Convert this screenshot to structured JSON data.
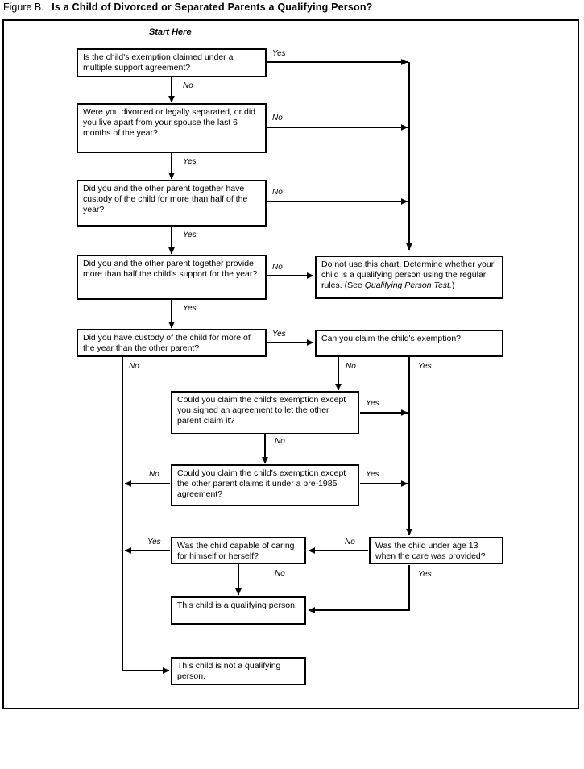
{
  "title": {
    "figure_label": "Figure B.",
    "heading": "Is a Child of Divorced or Separated Parents a Qualifying Person?"
  },
  "start_label": "Start Here",
  "nodes": {
    "n1": "Is the child's exemption claimed under a multiple support agreement?",
    "n2": "Were you divorced or legally separated, or did you live apart from your spouse the last 6 months of the year?",
    "n3": "Did you and the other parent together have custody of the child for more than half of the year?",
    "n4": "Did you and the other parent together provide more than half the child's support for the year?",
    "n5": "Did you have custody of the child for more of the year than the other parent?",
    "n6_part1": "Do not use this chart. Determine whether your child is a qualifying person using the regular rules. (See ",
    "n6_italic": "Qualifying Person Test.",
    "n6_part2": ")",
    "n7": "Can you claim the child's exemption?",
    "n8": "Could you claim the child's exemption except you signed an agreement to let the other parent claim it?",
    "n9": "Could you claim the child's exemption except the other parent claims it under a pre-1985 agreement?",
    "n10": "Was the child capable of caring for himself or herself?",
    "n11": "Was the child under age 13 when the care was provided?",
    "n12": "This child is a qualifying person.",
    "n13": "This child is not a qualifying person."
  },
  "edge_labels": {
    "e1_yes": "Yes",
    "e1_no": "No",
    "e2_no": "No",
    "e2_yes": "Yes",
    "e3_no": "No",
    "e3_yes": "Yes",
    "e4_no": "No",
    "e4_yes": "Yes",
    "e5_yes": "Yes",
    "e5_no": "No",
    "e7_no": "No",
    "e7_yes": "Yes",
    "e8_yes": "Yes",
    "e8_no": "No",
    "e9_no": "No",
    "e9_yes": "Yes",
    "e10_yes": "Yes",
    "e10_no": "No",
    "e11_no": "No",
    "e11_yes": "Yes"
  },
  "chart_data": {
    "type": "diagram",
    "title": "Figure B. Is a Child of Divorced or Separated Parents a Qualifying Person?",
    "diagram_kind": "decision-flowchart",
    "entry": "Start Here",
    "steps": [
      {
        "id": "n1",
        "text": "Is the child's exemption claimed under a multiple support agreement?",
        "yes": "n6",
        "no": "n2"
      },
      {
        "id": "n2",
        "text": "Were you divorced or legally separated, or did you live apart from your spouse the last 6 months of the year?",
        "yes": "n3",
        "no": "n6"
      },
      {
        "id": "n3",
        "text": "Did you and the other parent together have custody of the child for more than half of the year?",
        "yes": "n4",
        "no": "n6"
      },
      {
        "id": "n4",
        "text": "Did you and the other parent together provide more than half the child's support for the year?",
        "yes": "n5",
        "no": "n6"
      },
      {
        "id": "n5",
        "text": "Did you have custody of the child for more of the year than the other parent?",
        "yes": "n7",
        "no": "n13"
      },
      {
        "id": "n6",
        "text": "Do not use this chart. Determine whether your child is a qualifying person using the regular rules. (See Qualifying Person Test.)",
        "terminal": true
      },
      {
        "id": "n7",
        "text": "Can you claim the child's exemption?",
        "yes": "n11",
        "no": "n8"
      },
      {
        "id": "n8",
        "text": "Could you claim the child's exemption except you signed an agreement to let the other parent claim it?",
        "yes": "n11",
        "no": "n9"
      },
      {
        "id": "n9",
        "text": "Could you claim the child's exemption except the other parent claims it under a pre-1985 agreement?",
        "yes": "n11",
        "no": "n13"
      },
      {
        "id": "n10",
        "text": "Was the child capable of caring for himself or herself?",
        "yes": "n13",
        "no": "n12"
      },
      {
        "id": "n11",
        "text": "Was the child under age 13 when the care was provided?",
        "yes": "n12",
        "no": "n10"
      },
      {
        "id": "n12",
        "text": "This child is a qualifying person.",
        "terminal": true
      },
      {
        "id": "n13",
        "text": "This child is not a qualifying person.",
        "terminal": true
      }
    ],
    "edge_label_values": [
      "Yes",
      "No"
    ],
    "colors": {
      "stroke": "#000000",
      "background": "#ffffff",
      "text": "#000000"
    }
  }
}
